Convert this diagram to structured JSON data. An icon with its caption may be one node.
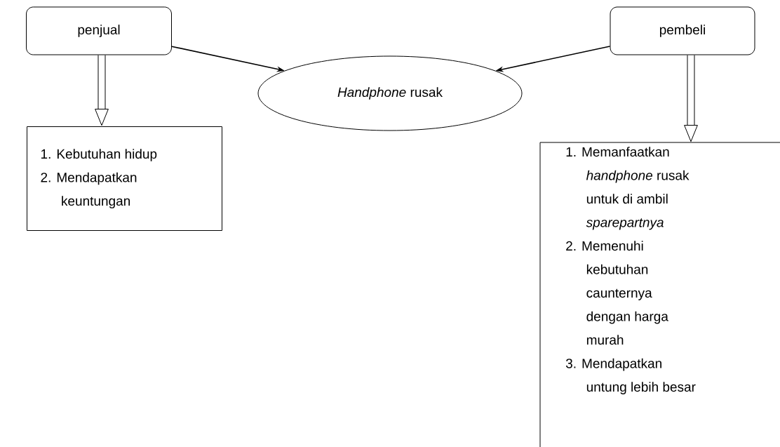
{
  "diagram": {
    "nodes": [
      {
        "text": [
          "penjual"
        ]
      },
      {
        "text": [
          "pembeli"
        ]
      },
      {
        "text": [
          "*Handphone* rusak"
        ]
      },
      {
        "text": [
          "1. Kebutuhan hidup",
          "2. Mendapatkan keuntungan"
        ]
      },
      {
        "text": [
          "1. Memanfaatkan *handphone* rusak untuk di ambil *sparepartnya*",
          "2. Memenuhi kebutuhan caunternya dengan harga murah",
          "3. Mendapatkan untung lebih besar"
        ]
      }
    ],
    "edges": [
      {
        "from": 0,
        "to": 2,
        "arrow": "to"
      },
      {
        "from": 1,
        "to": 2,
        "arrow": "to"
      },
      {
        "from": 0,
        "to": 3,
        "arrow": "to"
      },
      {
        "from": 1,
        "to": 4,
        "arrow": "to"
      }
    ]
  }
}
